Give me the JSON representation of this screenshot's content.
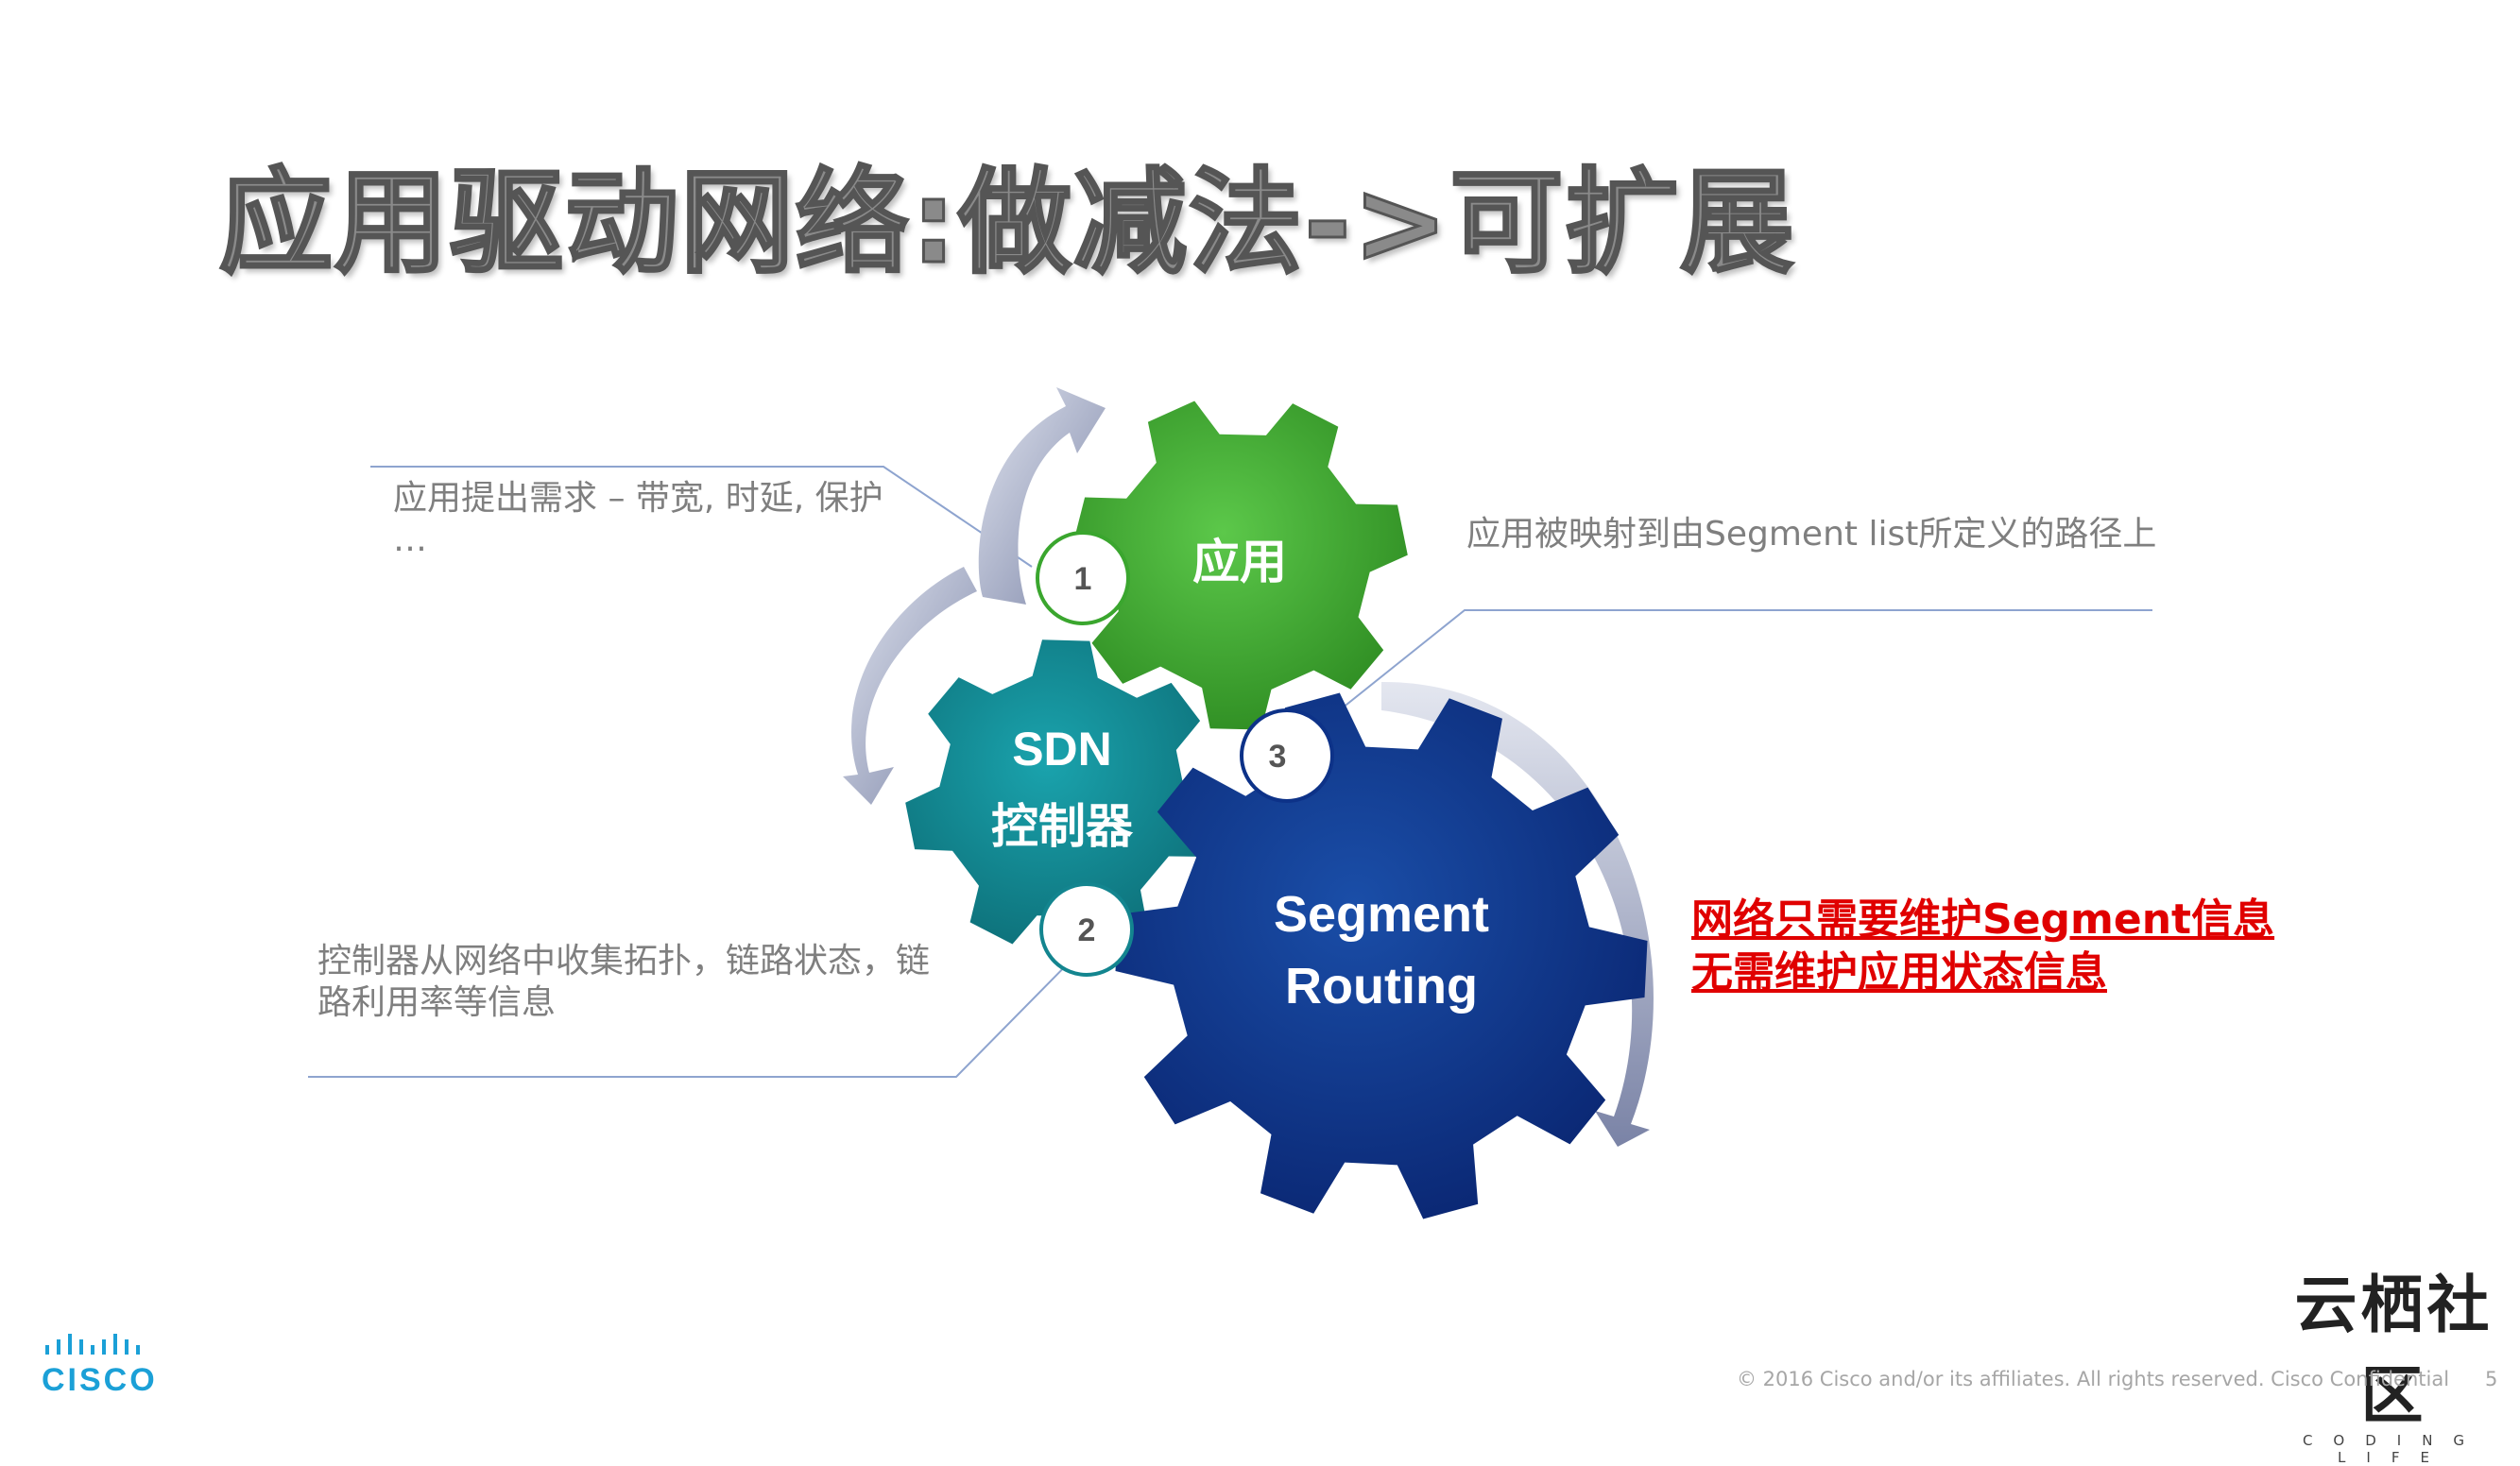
{
  "title": "应用驱动网络:做减法->可扩展",
  "callouts": {
    "app_requirements": "应用提出需求 – 带宽, 时延, 保护 …",
    "path_mapping": "应用被映射到由Segment list所定义的路径上",
    "controller_collect": "控制器从网络中收集拓扑，链路状态，链路利用率等信息"
  },
  "gears": {
    "app": {
      "label": "应用",
      "color": "#3aa62e"
    },
    "sdn": {
      "line1": "SDN",
      "line2": "控制器",
      "color": "#13858f"
    },
    "sr": {
      "line1": "Segment",
      "line2": "Routing",
      "color": "#0d3288"
    }
  },
  "badges": [
    "1",
    "2",
    "3"
  ],
  "highlight": {
    "line1": "网络只需要维护Segment信息",
    "line2": "无需维护应用状态信息",
    "color": "#e00000"
  },
  "brand": {
    "name": "云栖社区",
    "tagline": "CODING LIFE"
  },
  "cisco_logo": "CISCO",
  "footer": "© 2016  Cisco and/or its affiliates. All rights reserved.   Cisco Confidential",
  "page_number": "5"
}
